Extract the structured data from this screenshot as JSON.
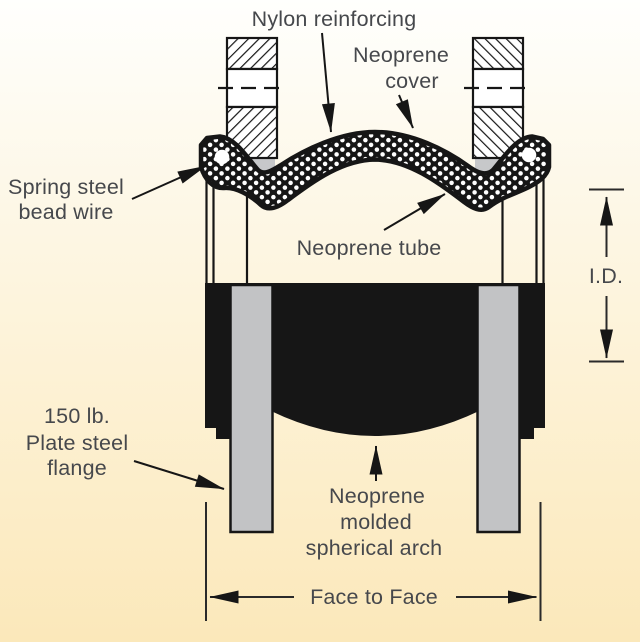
{
  "diagram": {
    "labels": {
      "nylon_reinforcing": "Nylon reinforcing",
      "neoprene_cover": [
        "Neoprene",
        "cover"
      ],
      "spring_steel_bead_wire": [
        "Spring steel",
        "bead wire"
      ],
      "neoprene_tube": "Neoprene tube",
      "inner_diameter": "I.D.",
      "plate_steel_flange": [
        "150 lb.",
        "Plate steel",
        "flange"
      ],
      "molded_spherical_arch": [
        "Neoprene",
        "molded",
        "spherical arch"
      ],
      "face_to_face": "Face to Face"
    },
    "colors": {
      "background_top": "#fffffd",
      "background_upper_mid": "#fdf8e9",
      "background_lower_mid": "#fdf1d3",
      "background_bottom": "#fbe8ba",
      "ink_black": "#161616",
      "flange_gray": "#c2c3c5",
      "bolt_gray": "#c7c8ca",
      "label_text": "#46484c"
    }
  }
}
